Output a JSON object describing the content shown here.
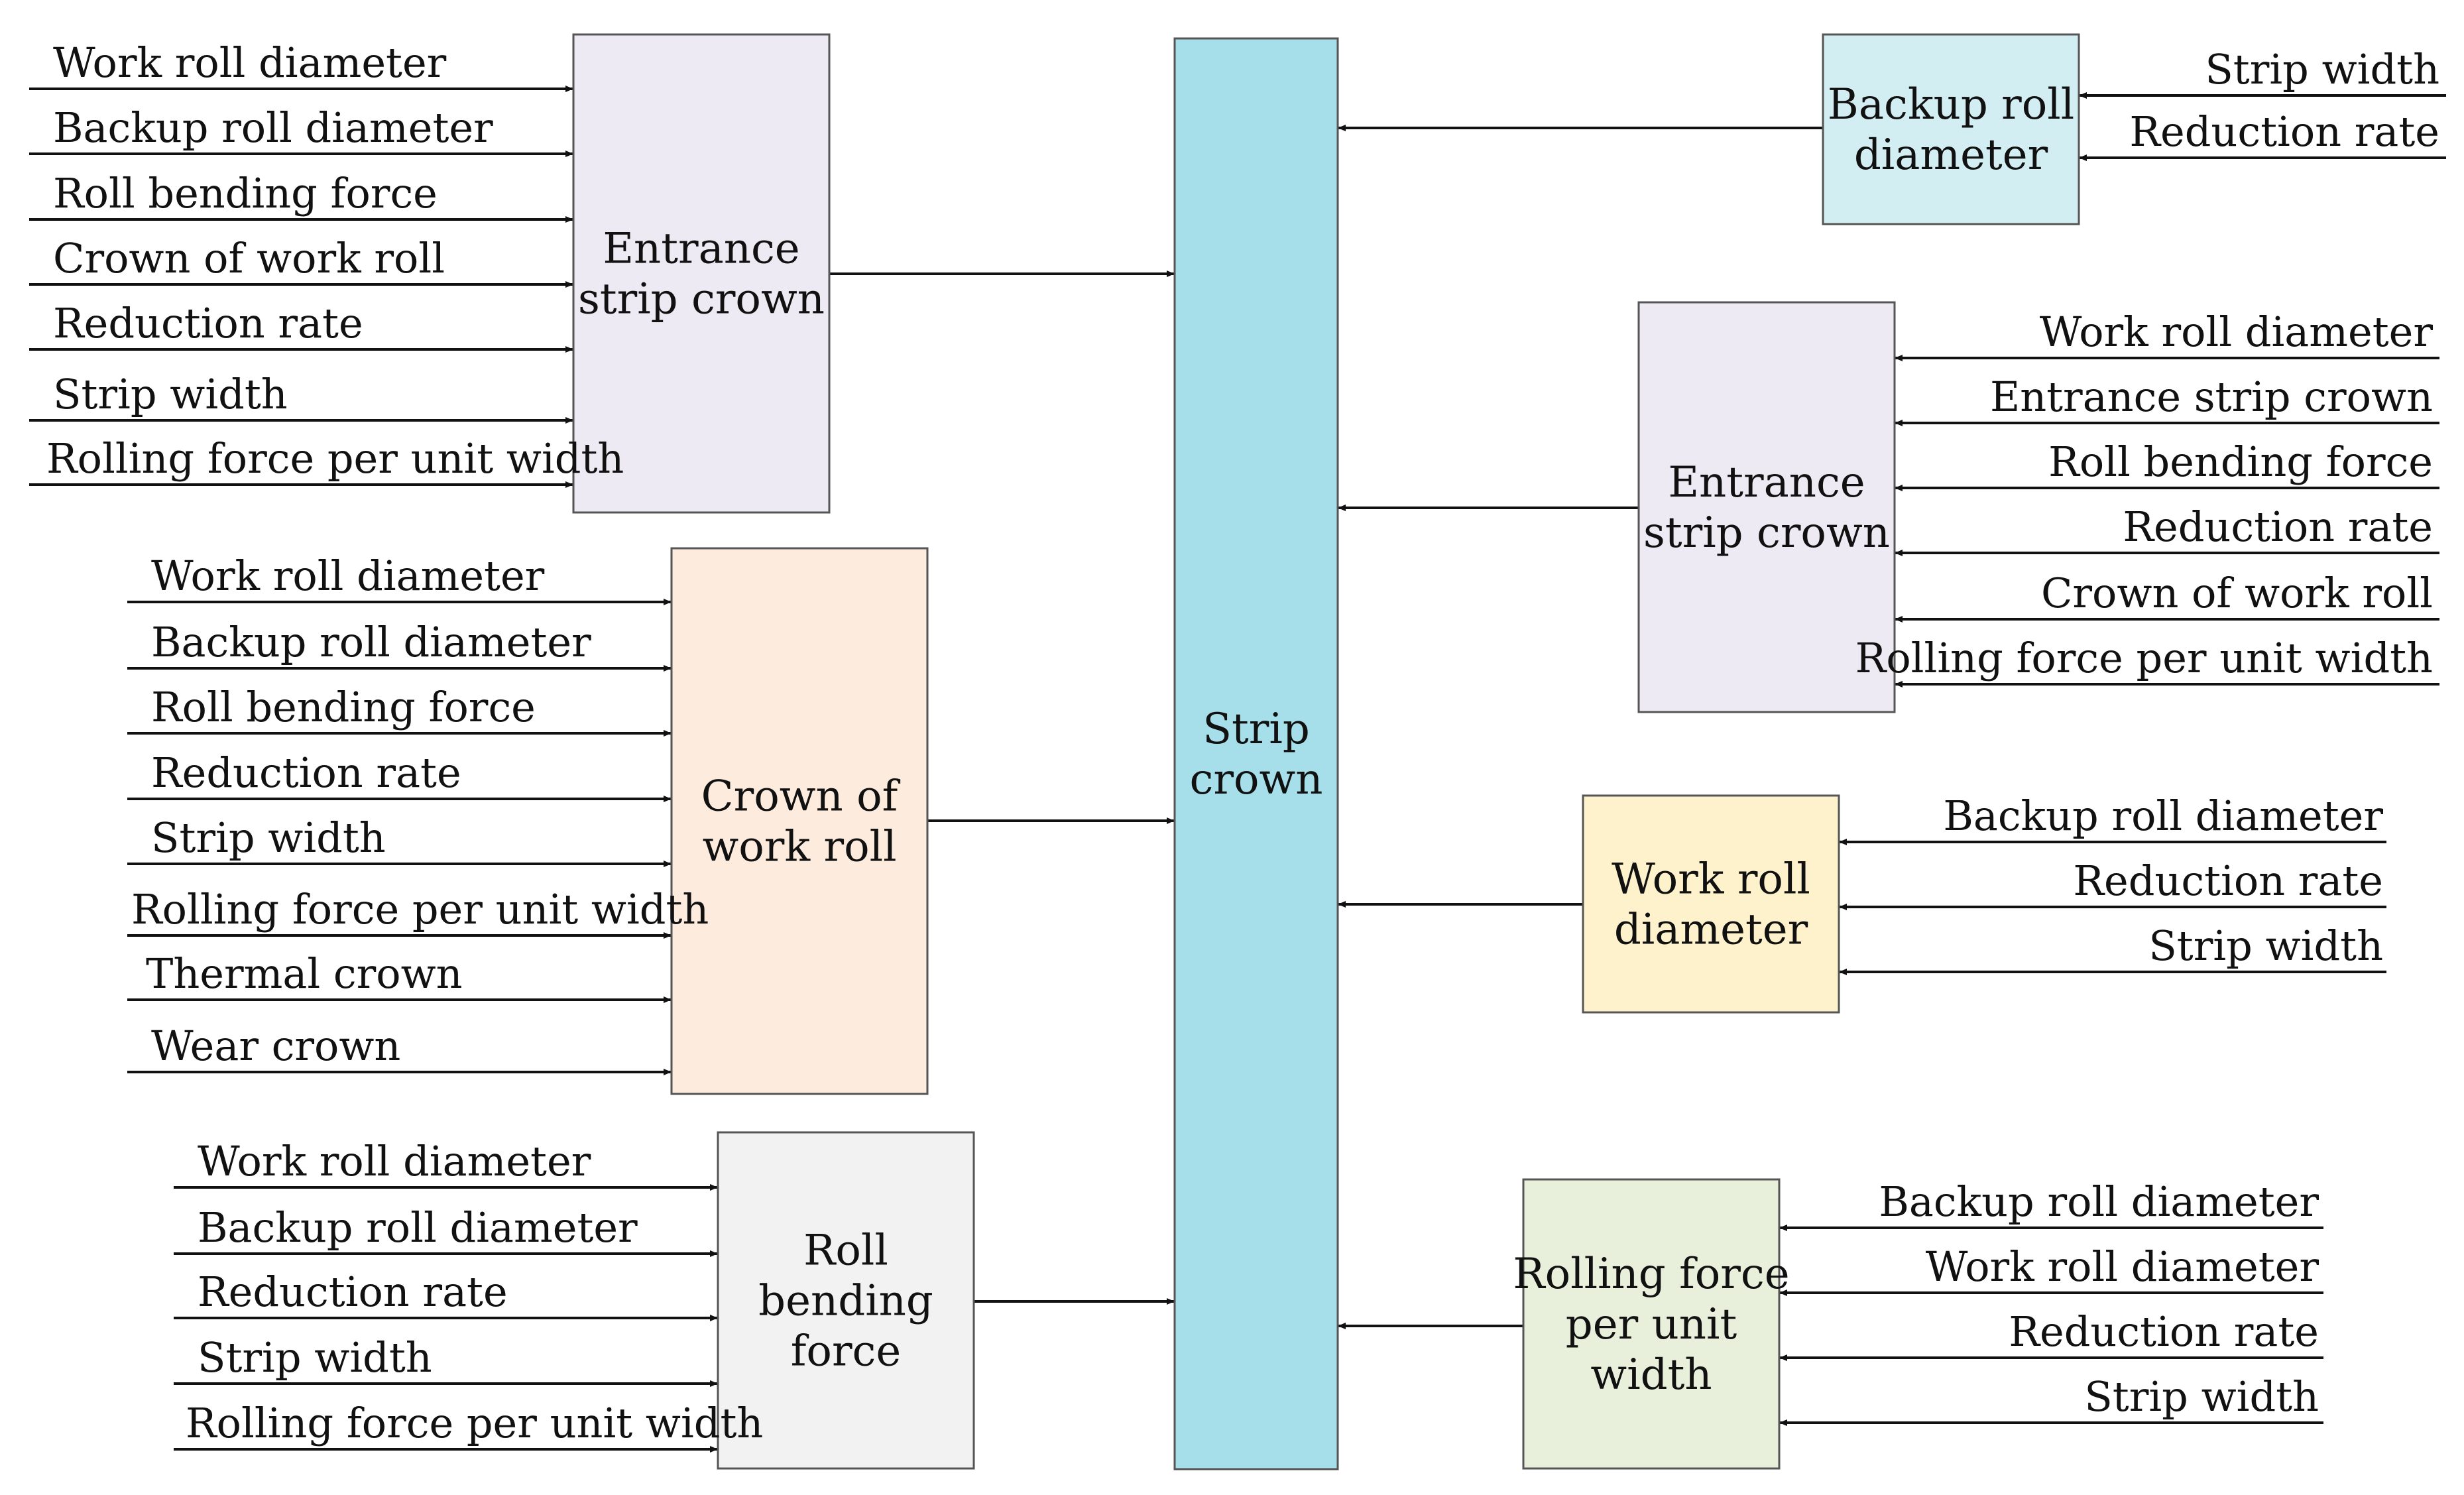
{
  "center": {
    "label": [
      "Strip",
      "crown"
    ]
  },
  "left_blocks": [
    {
      "label": [
        "Entrance",
        "strip crown"
      ],
      "inputs": [
        "Work roll diameter",
        "Backup roll diameter",
        "Roll bending force",
        "Crown of work roll",
        "Reduction rate",
        "Strip width",
        "Rolling force per unit width"
      ]
    },
    {
      "label": [
        "Crown of",
        "work roll"
      ],
      "inputs": [
        "Work roll diameter",
        "Backup roll diameter",
        "Roll bending force",
        "Reduction rate",
        "Strip width",
        "Rolling force per unit width",
        "Thermal crown",
        "Wear crown"
      ]
    },
    {
      "label": [
        "Roll",
        "bending",
        "force"
      ],
      "inputs": [
        "Work roll diameter",
        "Backup roll diameter",
        "Reduction rate",
        "Strip width",
        "Rolling force per unit width"
      ]
    }
  ],
  "right_blocks": [
    {
      "label": [
        "Backup roll",
        "diameter"
      ],
      "inputs": [
        "Strip width",
        "Reduction rate"
      ]
    },
    {
      "label": [
        "Entrance",
        "strip crown"
      ],
      "inputs": [
        "Work roll diameter",
        "Entrance strip crown",
        "Roll bending force",
        "Reduction rate",
        "Crown of work roll",
        "Rolling force per unit width"
      ]
    },
    {
      "label": [
        "Work roll",
        "diameter"
      ],
      "inputs": [
        "Backup roll diameter",
        "Reduction rate",
        "Strip width"
      ]
    },
    {
      "label": [
        "Rolling force",
        "per unit",
        "width"
      ],
      "inputs": [
        "Backup roll diameter",
        "Work roll diameter",
        "Reduction rate",
        "Strip width"
      ]
    }
  ],
  "colors": {
    "center_fill": "#a6dfe9",
    "left_entrance_fill": "#eeeaf3",
    "left_crown_fill": "#fdebdd",
    "left_bending_fill": "#f2f2f2",
    "right_backup_fill": "#d3eef3",
    "right_entrance_fill": "#eeeaf3",
    "right_workroll_fill": "#fdf2cc",
    "right_rolling_fill": "#e8f0dc",
    "line": "#111111"
  }
}
